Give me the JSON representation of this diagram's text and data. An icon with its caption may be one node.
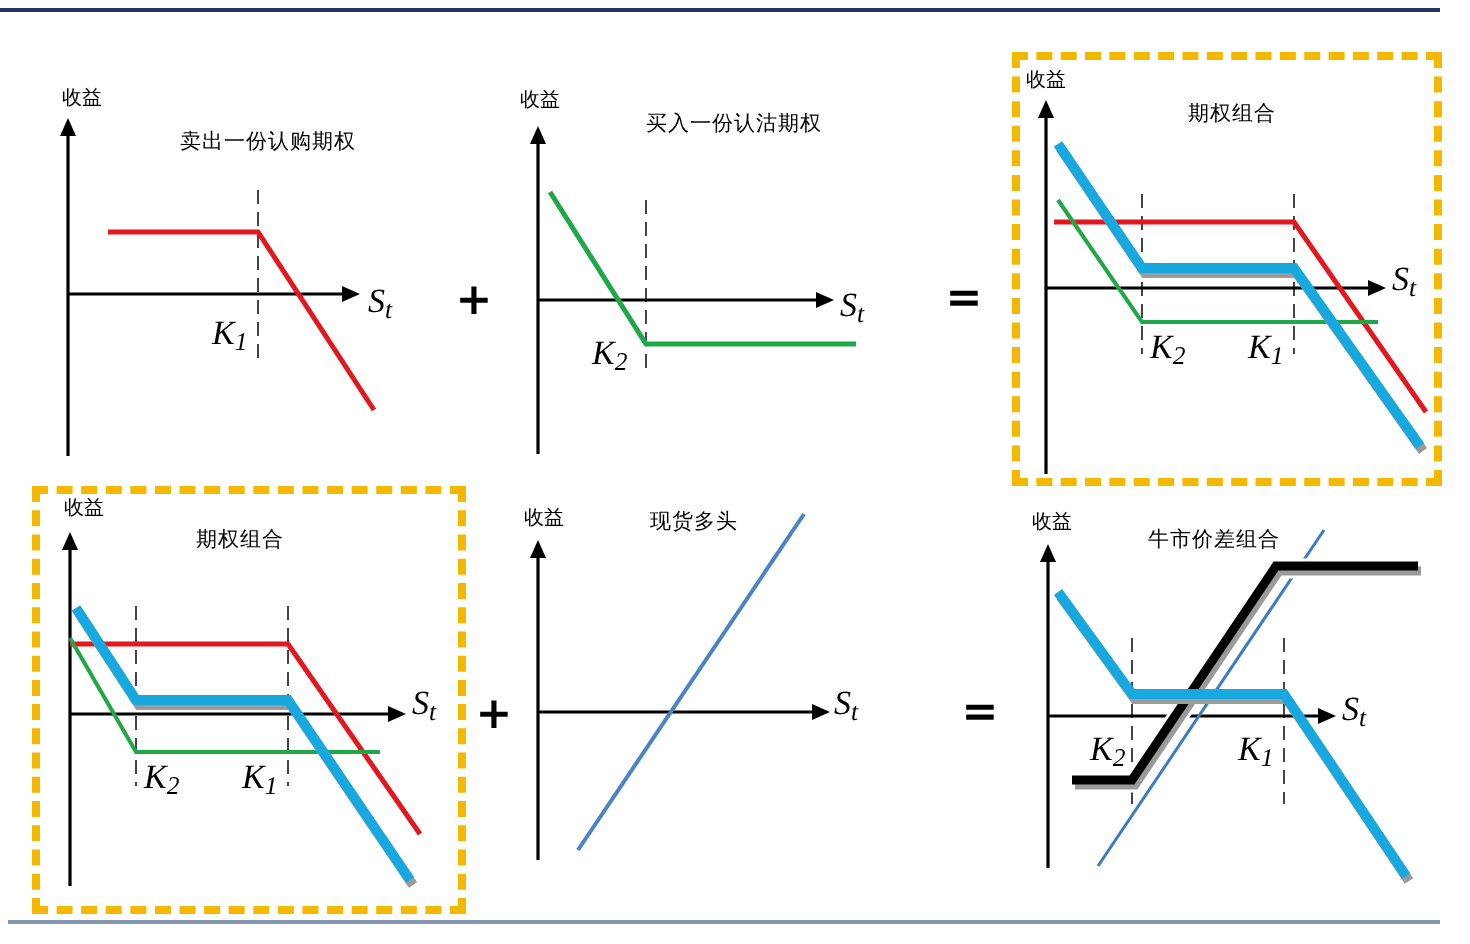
{
  "diagram": {
    "nodes": [
      {
        "text": [
          "收益",
          "期权组合",
          "S$_{t}$",
          "K$_{2}$",
          "K$_{1}$"
        ]
      },
      {
        "text": [
          "收益",
          "期权组合",
          "S$_{t}$",
          "K$_{2}$",
          "K$_{1}$"
        ]
      }
    ],
    "labels": [
      "收益",
      "卖出一份认购期权",
      "S$_{t}$",
      "K$_{1}$",
      "+",
      "收益",
      "买入一份认沽期权",
      "S$_{t}$",
      "K$_{2}$",
      "=",
      "+",
      "收益",
      "现货多头",
      "S$_{t}$",
      "=",
      "收益",
      "牛市价差组合",
      "S$_{t}$",
      "K$_{2}$",
      "K$_{1}$"
    ]
  }
}
